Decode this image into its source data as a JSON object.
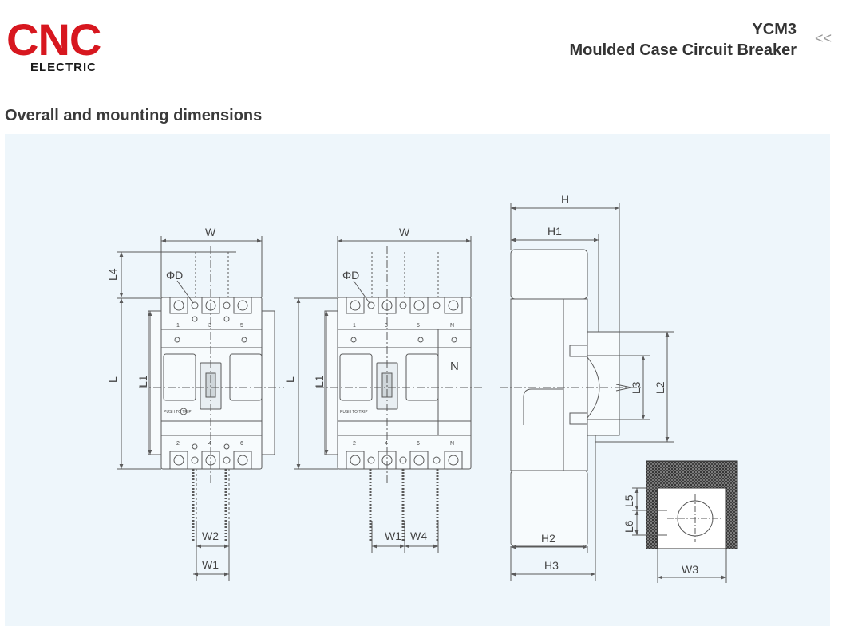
{
  "header": {
    "logo_text": "CNC",
    "logo_subtext": "ELECTRIC",
    "model": "YCM3",
    "product_name": "Moulded Case Circuit Breaker",
    "nav_icon": "chevrons-left-icon"
  },
  "section": {
    "title": "Overall and mounting dimensions"
  },
  "labels": {
    "W": "W",
    "L": "L",
    "L1": "L1",
    "L2": "L2",
    "L3": "L3",
    "L4": "L4",
    "L5": "L5",
    "L6": "L6",
    "H": "H",
    "H1": "H1",
    "H2": "H2",
    "H3": "H3",
    "W1": "W1",
    "W2": "W2",
    "W3": "W3",
    "W4": "W4",
    "PhiD": "ΦD",
    "push_to_trip": "PUSH TO TRIP",
    "neutral": "N",
    "poles_top_3p": [
      "1",
      "3",
      "5"
    ],
    "poles_bottom_3p": [
      "2",
      "4",
      "6"
    ],
    "poles_top_4p": [
      "1",
      "3",
      "5",
      "N"
    ],
    "poles_bottom_4p": [
      "2",
      "4",
      "6",
      "N"
    ]
  },
  "colors": {
    "brand_red": "#d7171f",
    "line": "#5a5a5a",
    "panel": "#eef6fb",
    "hatch": "#333333"
  }
}
